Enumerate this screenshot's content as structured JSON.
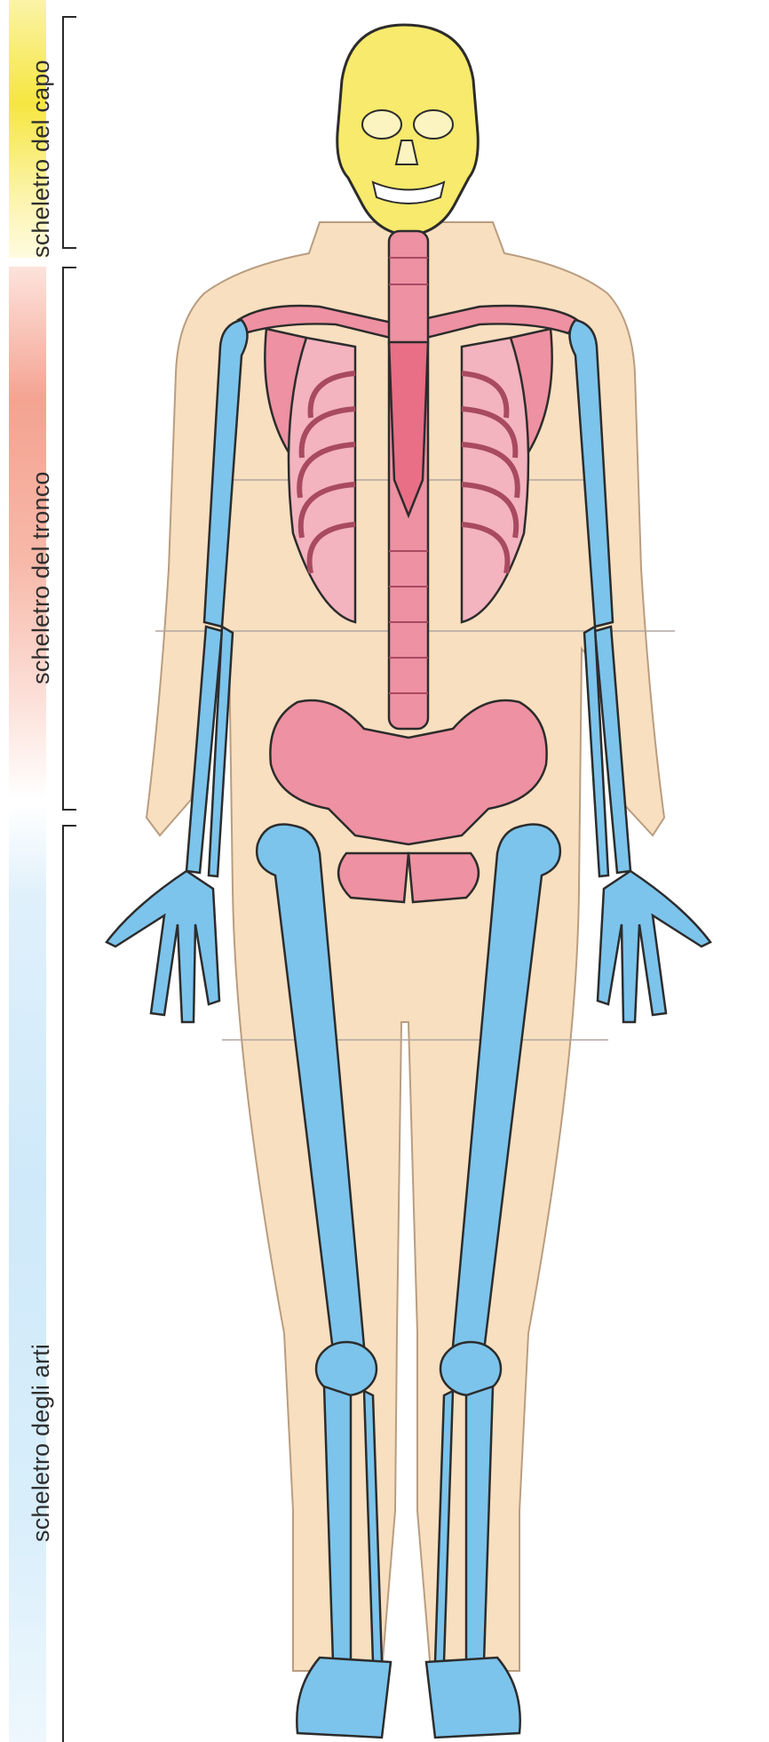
{
  "labels": {
    "head": "scheletro del capo",
    "trunk": "scheletro del tronco",
    "limbs": "scheletro degli arti"
  },
  "colors": {
    "skull": "#f7ea6c",
    "trunk_bones": "#ee91a2",
    "sternum": "#e86f86",
    "limb_bones": "#7cc4ec",
    "body_silhouette": "#f8dfbf",
    "outline": "#2c2c2c"
  },
  "icons": {
    "figure": "human-skeleton-diagram"
  }
}
